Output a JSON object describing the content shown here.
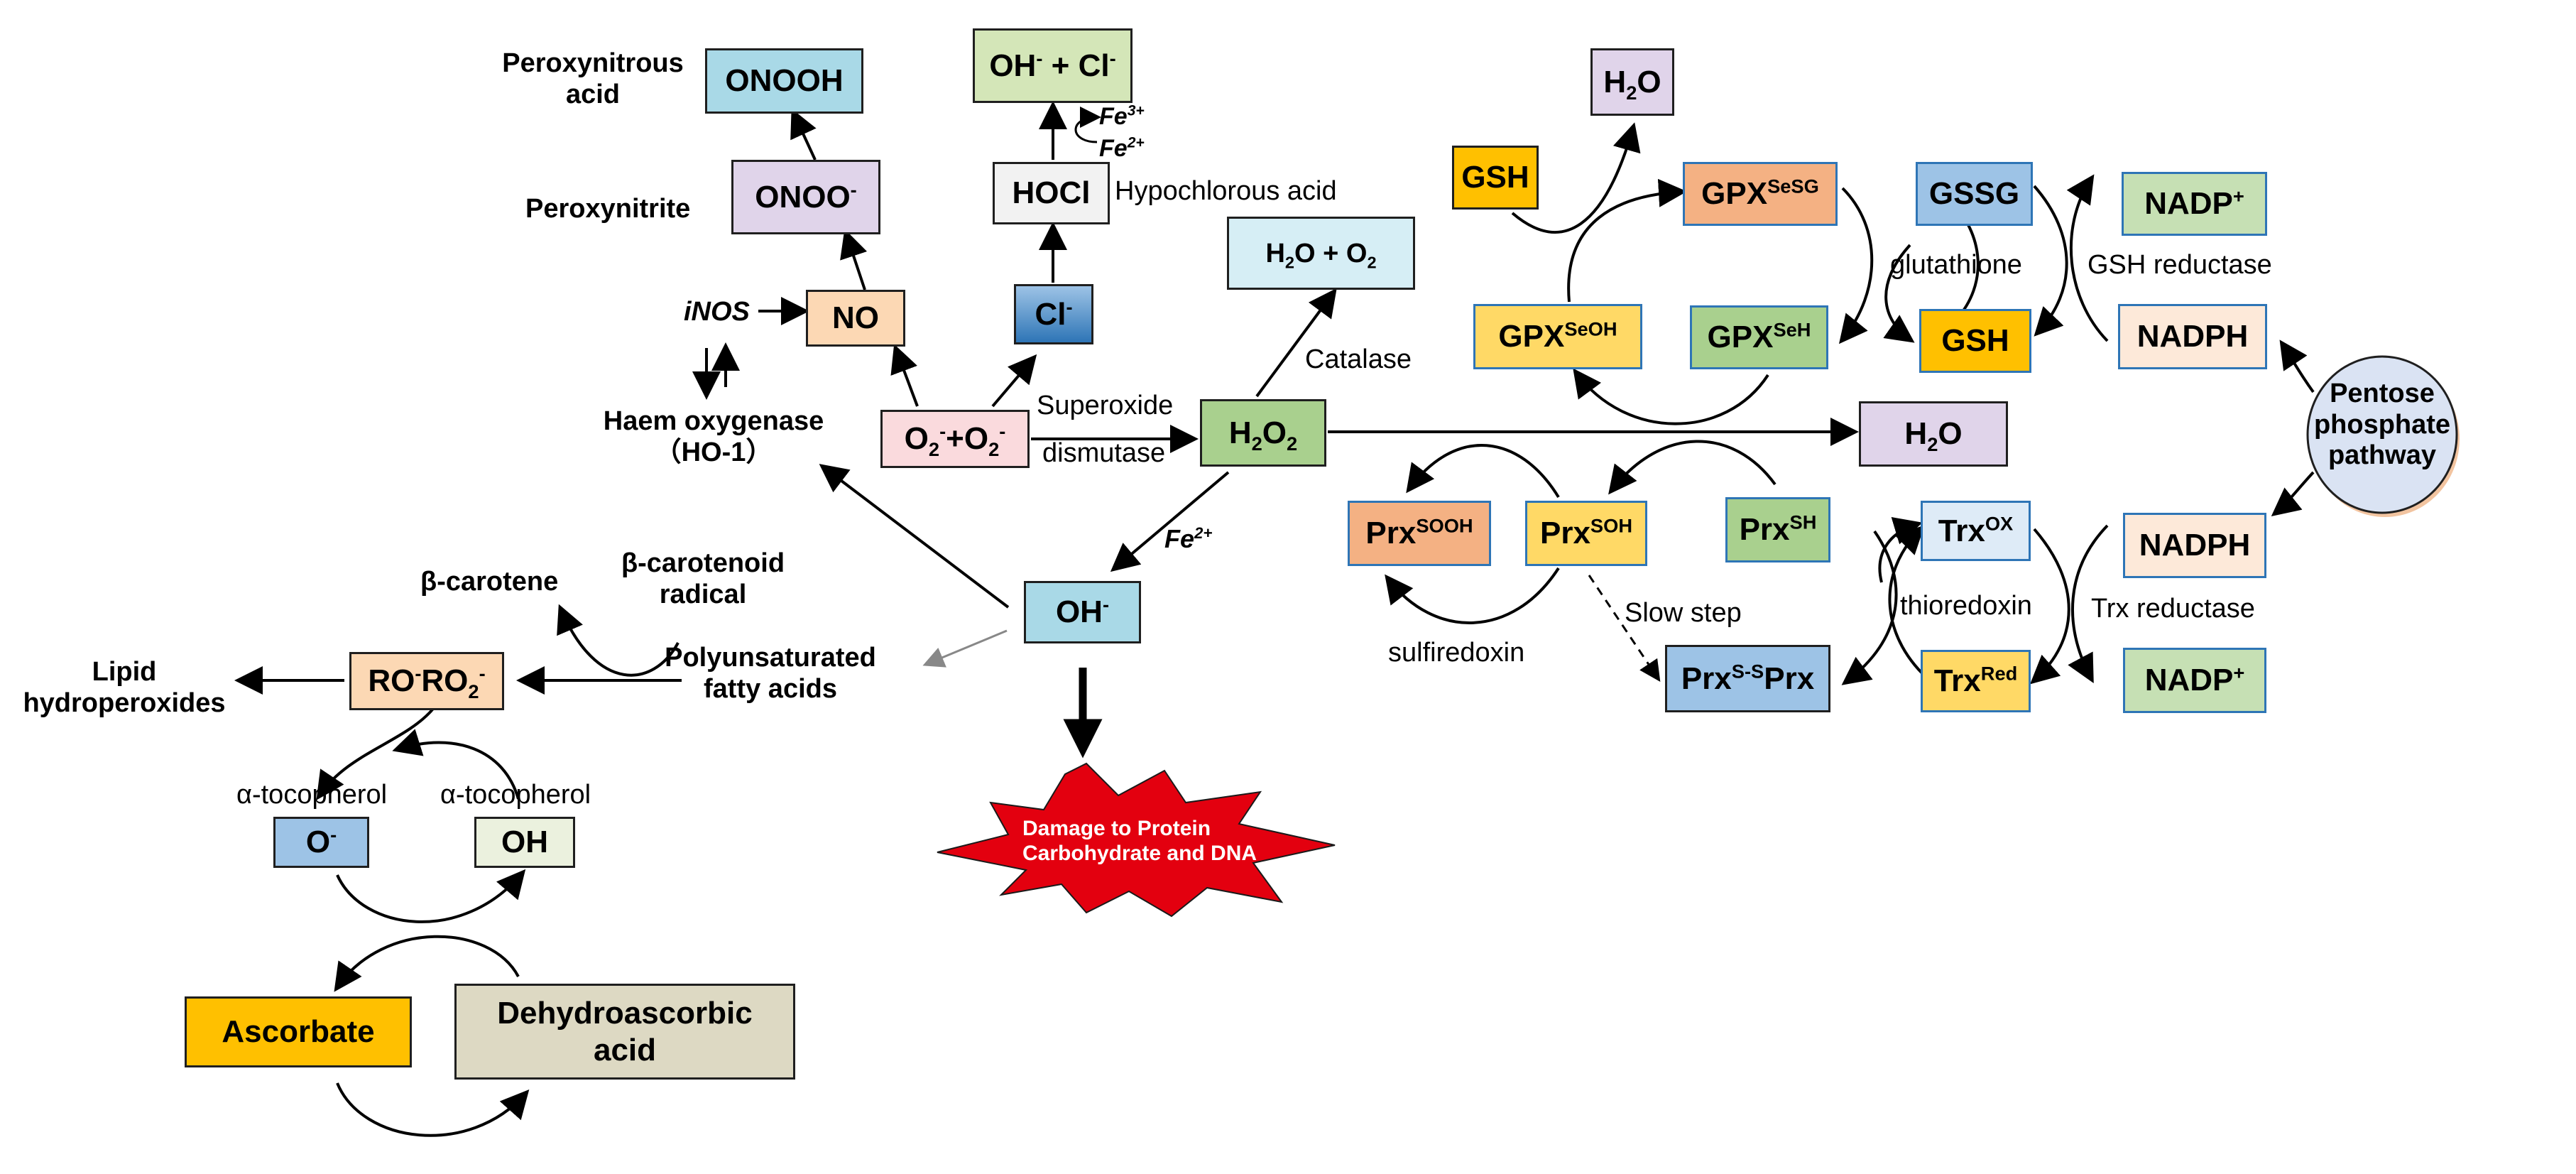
{
  "colors": {
    "lavender": "#e0d4ea",
    "light_blue": "#a9d9e7",
    "light_green": "#d4e6b8",
    "peach": "#fcd8b4",
    "pink": "#fadadd",
    "green": "#a9d08e",
    "pale_cyan": "#d6eef5",
    "orange": "#f4b183",
    "yellow": "#ffd966",
    "gold": "#ffc000",
    "sky": "#9dc3e6",
    "mint": "#c6e0b4",
    "tan": "#ddd9c3",
    "cream": "#fde9d9",
    "oval": "#dae3f3",
    "burst": "#e3000f"
  },
  "left": {
    "onooh": "ONOOH",
    "peroxynitrous_1": "Peroxynitrous",
    "peroxynitrous_2": "acid",
    "onoo": "ONOO",
    "onoo_sup": "-",
    "peroxynitrite": "Peroxynitrite",
    "no": "NO",
    "inos": "iNOS",
    "haem_1": "Haem oxygenase",
    "haem_2": "（HO-1）",
    "oh_cl_a": "OH",
    "oh_cl_a_sup": "-",
    "oh_cl_b": " + Cl",
    "oh_cl_b_sup": "-",
    "fe3": "Fe",
    "fe3_sup": "3+",
    "fe2": "Fe",
    "fe2_sup": "2+",
    "hocl": "HOCl",
    "hypochlorous": "Hypochlorous acid",
    "cl": "Cl",
    "cl_sup": "-",
    "o2_a": "O",
    "o2_a_sub": "2",
    "o2_a_sup": "-",
    "o2_plus": "+O",
    "o2_b_sub": "2",
    "o2_b_sup": "-",
    "superoxide": "Superoxide",
    "dismutase": "dismutase",
    "h2o2_a": "H",
    "h2o2_sub1": "2",
    "h2o2_b": "O",
    "h2o2_sub2": "2",
    "catalase": "Catalase",
    "h2o_o2_a": "H",
    "h2o_o2_sub1": "2",
    "h2o_o2_b": "O + O",
    "h2o_o2_sub2": "2",
    "fe2_oh": "Fe",
    "fe2_oh_sup": "2+",
    "oh_minus": "OH",
    "oh_minus_sup": "-",
    "b_carotene": "β-carotene",
    "b_radical_1": "β-carotenoid",
    "b_radical_2": "radical",
    "pufa_1": "Polyunsaturated",
    "pufa_2": "fatty acids",
    "lipid_1": "Lipid",
    "lipid_2": "hydroperoxides",
    "roo_a": "RO",
    "roo_a_sup": "-",
    "roo_b": "RO",
    "roo_b_sub": "2",
    "roo_b_sup": "-",
    "toco_left": "α-tocopherol",
    "toco_right": "α-tocopherol",
    "o_minus": "O",
    "o_minus_sup": "-",
    "oh_box": "OH",
    "ascorbate": "Ascorbate",
    "dehydro_1": "Dehydroascorbic",
    "dehydro_2": "acid",
    "damage_1": "Damage to Protein",
    "damage_2": "Carbohydrate and DNA"
  },
  "right": {
    "h2o_top_a": "H",
    "h2o_top_sub": "2",
    "h2o_top_b": "O",
    "gsh_left": "GSH",
    "gpx_sesg": "GPX",
    "gpx_sesg_sup": "SeSG",
    "gssg": "GSSG",
    "nadp_top": "NADP",
    "nadp_top_sup": "+",
    "glutathione": "glutathione",
    "gsh_reductase": "GSH reductase",
    "gpx_seoh": "GPX",
    "gpx_seoh_sup": "SeOH",
    "gpx_seh": "GPX",
    "gpx_seh_sup": "SeH",
    "gsh_right": "GSH",
    "nadph_top": "NADPH",
    "h2o_mid_a": "H",
    "h2o_mid_sub": "2",
    "h2o_mid_b": "O",
    "pentose_1": "Pentose",
    "pentose_2": "phosphate",
    "pentose_3": "pathway",
    "prx_sooh": "Prx",
    "prx_sooh_sup": "SOOH",
    "prx_soh": "Prx",
    "prx_soh_sup": "SOH",
    "prx_sh": "Prx",
    "prx_sh_sup": "SH",
    "trx_ox": "Trx",
    "trx_ox_sup": "OX",
    "nadph_bottom": "NADPH",
    "thioredoxin": "thioredoxin",
    "trx_reductase": "Trx reductase",
    "slow_step": "Slow step",
    "sulfiredoxin": "sulfiredoxin",
    "prx_ss_a": "Prx",
    "prx_ss_sup": "S-S",
    "prx_ss_b": "Prx",
    "trx_red": "Trx",
    "trx_red_sup": "Red",
    "nadp_bottom": "NADP",
    "nadp_bottom_sup": "+"
  }
}
